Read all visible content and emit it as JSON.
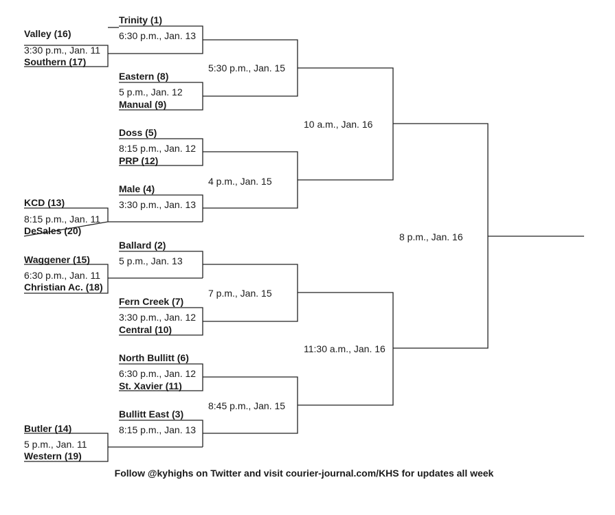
{
  "first_round": [
    {
      "top": "Valley (16)",
      "time": "3:30 p.m., Jan. 11",
      "bottom": "Southern (17)"
    },
    {
      "top": "KCD (13)",
      "time": "8:15 p.m., Jan. 11",
      "bottom": "DeSales (20)"
    },
    {
      "top": "Waggener (15)",
      "time": "6:30 p.m., Jan. 11",
      "bottom": "Christian Ac. (18)"
    },
    {
      "top": "Butler (14)",
      "time": "5 p.m., Jan. 11",
      "bottom": "Western (19)"
    }
  ],
  "second_round": [
    {
      "top": "Trinity (1)",
      "time": "6:30 p.m., Jan. 13",
      "bottom": ""
    },
    {
      "top": "Eastern (8)",
      "time": "5 p.m., Jan. 12",
      "bottom": "Manual (9)"
    },
    {
      "top": "Doss (5)",
      "time": "8:15 p.m., Jan. 12",
      "bottom": "PRP (12)"
    },
    {
      "top": "Male (4)",
      "time": "3:30 p.m., Jan. 13",
      "bottom": ""
    },
    {
      "top": "Ballard (2)",
      "time": "5 p.m., Jan. 13",
      "bottom": ""
    },
    {
      "top": "Fern Creek (7)",
      "time": "3:30 p.m., Jan. 12",
      "bottom": "Central (10)"
    },
    {
      "top": "North Bullitt (6)",
      "time": "6:30 p.m., Jan. 12",
      "bottom": "St. Xavier (11)"
    },
    {
      "top": "Bullitt East (3)",
      "time": "8:15 p.m., Jan. 13",
      "bottom": ""
    }
  ],
  "quarterfinals": [
    "5:30 p.m., Jan. 15",
    "4 p.m., Jan. 15",
    "7 p.m., Jan. 15",
    "8:45 p.m., Jan. 15"
  ],
  "semifinals": [
    "10 a.m., Jan. 16",
    "11:30 a.m., Jan. 16"
  ],
  "final": "8 p.m., Jan. 16",
  "footer": "Follow @kyhighs on Twitter and visit courier-journal.com/KHS for updates all week"
}
